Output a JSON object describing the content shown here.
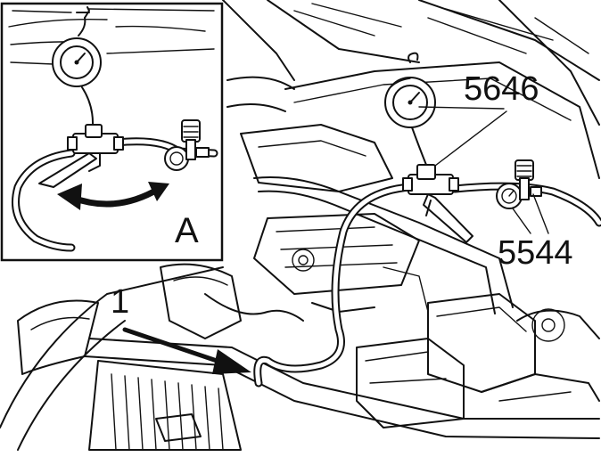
{
  "labels": {
    "inset_view": "A",
    "gauge_tool": "5646",
    "adapter_tool": "5544",
    "hose_connection": "1"
  },
  "icons": {
    "pressure_gauge": "pressure-gauge-icon",
    "regulator_valve": "regulator-valve-icon",
    "rotation_arrow": "rotation-arrow-icon",
    "pointer_arrow": "pointer-arrow-icon"
  }
}
